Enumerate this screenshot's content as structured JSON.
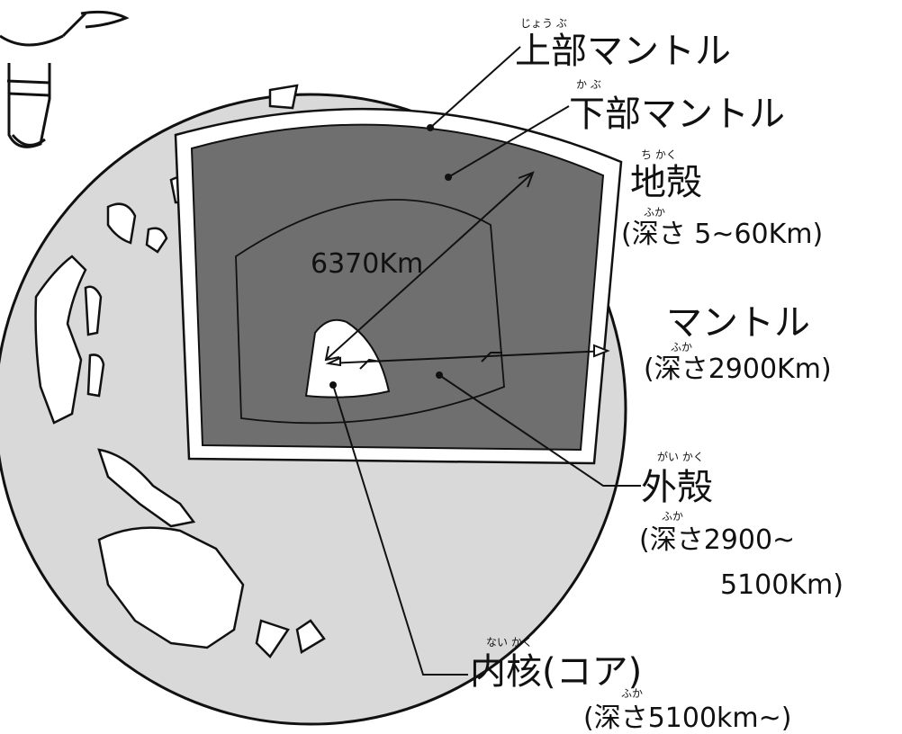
{
  "labels": {
    "upper_mantle": {
      "ruby": "じょう ぶ",
      "text": "上部マントル"
    },
    "lower_mantle": {
      "ruby": "か ぶ",
      "text": "下部マントル"
    },
    "crust": {
      "ruby": "ち かく",
      "text": "地殻",
      "ruby_depth": "ふか",
      "depth": "(深さ 5~60Km)"
    },
    "mantle": {
      "text": "マントル",
      "ruby_depth": "ふか",
      "depth": "(深さ2900Km)"
    },
    "outer_core": {
      "ruby": "がい かく",
      "text": "外殻",
      "ruby_depth": "ふか",
      "depth_line1": "(深さ2900~",
      "depth_line2": "5100Km)"
    },
    "inner_core": {
      "ruby": "ない かく",
      "text": "内核(コア)",
      "ruby_depth": "ふか",
      "depth": "(深さ5100km~)"
    },
    "radius": "6370Km"
  },
  "colors": {
    "lower_mantle": "#6f6f6f",
    "outer_core": "#6f6f6f",
    "ocean": "#d9d9d9",
    "land": "#ffffff",
    "line": "#111111"
  }
}
